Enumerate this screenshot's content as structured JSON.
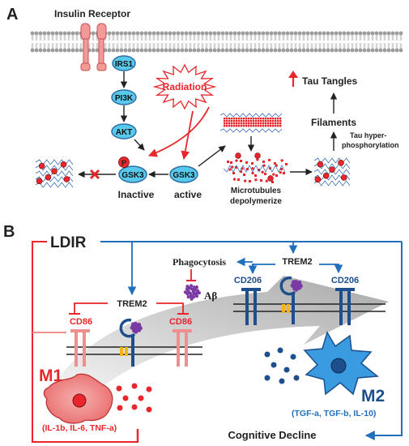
{
  "panel_a": {
    "label": "A",
    "receptor": "Insulin Receptor",
    "irs1": "IRS1",
    "pi3k": "PI3K",
    "akt": "AKT",
    "radiation": "Radiation",
    "gsk3_inactive_node": "GSK3",
    "gsk3_active_node": "GSK3",
    "phospho": "P",
    "inactive": "Inactive",
    "active": "active",
    "mt_line1": "Microtubules",
    "mt_line2": "depolymerize",
    "filaments": "Filaments",
    "tau_tangles": "Tau Tangles",
    "hyper_line1": "Tau hyper-",
    "hyper_line2": "phosphorylation"
  },
  "panel_b": {
    "label": "B",
    "ldir": "LDIR",
    "phagocytosis": "Phagocytosis",
    "abeta": "Aβ",
    "trem2_right": "TREM2",
    "trem2_left": "TREM2",
    "cd206_left": "CD206",
    "cd206_right": "CD206",
    "cd86_left": "CD86",
    "cd86_right": "CD86",
    "m1": "M1",
    "m2": "M2",
    "m1_cytokines": "(IL-1b, IL-6, TNF-a)",
    "m2_cytokines": "(TGF-a, TGF-b, IL-10)",
    "cognitive": "Cognitive Decline"
  },
  "colors": {
    "red": "#e8262b",
    "blue": "#1f6fbd",
    "navy": "#1d4f8c",
    "salmon": "#f08f8f",
    "node_fill": "#58c9ec",
    "node_stroke": "#2d6fa3",
    "gold": "#f2b416",
    "m2_fill": "#3a9be0"
  }
}
